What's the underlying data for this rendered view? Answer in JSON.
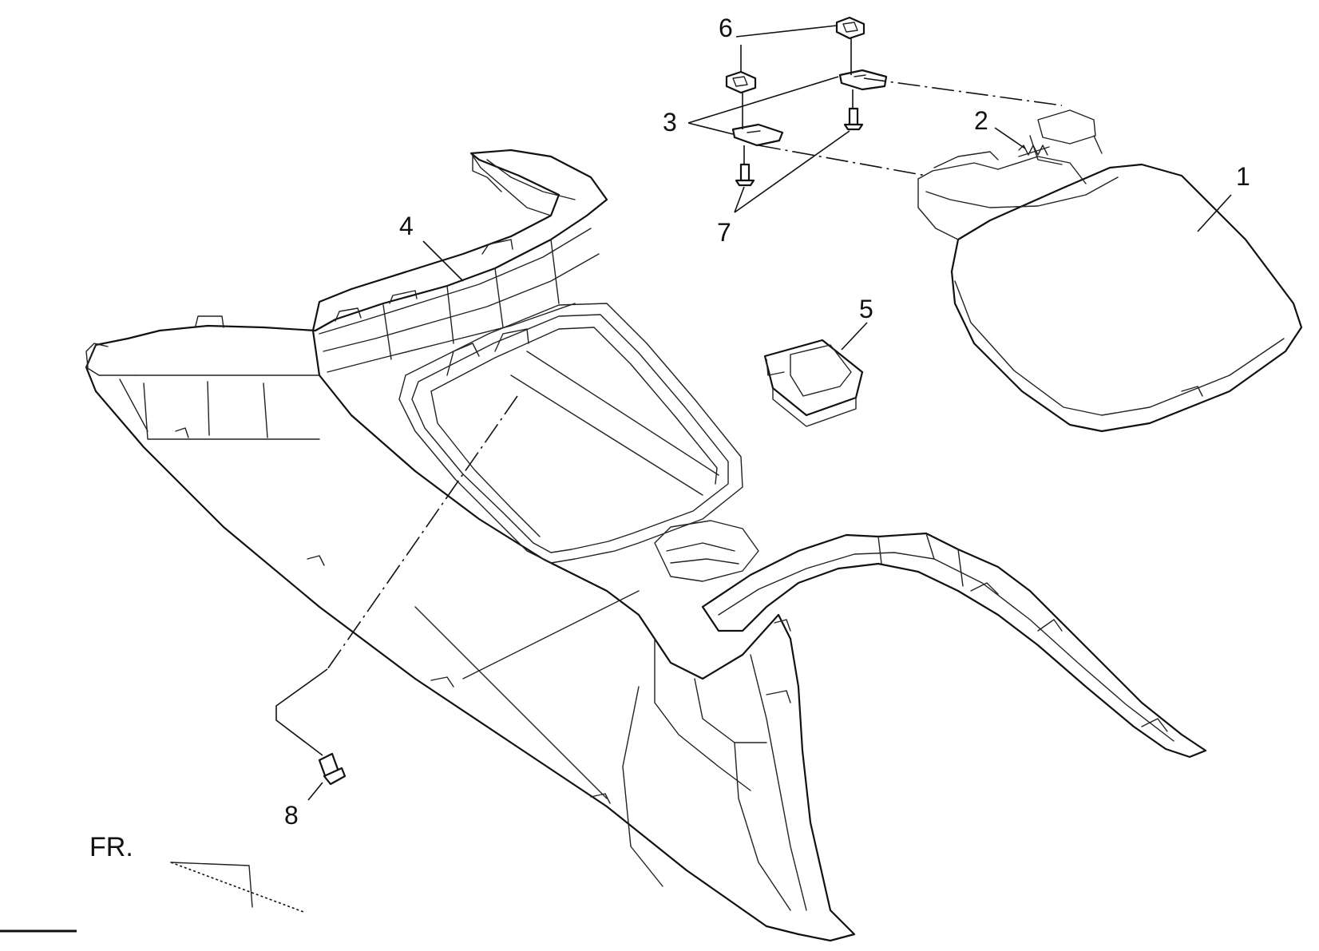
{
  "diagram": {
    "callouts": [
      {
        "id": "1",
        "label": "1"
      },
      {
        "id": "2",
        "label": "2"
      },
      {
        "id": "3",
        "label": "3"
      },
      {
        "id": "4",
        "label": "4"
      },
      {
        "id": "5",
        "label": "5"
      },
      {
        "id": "6",
        "label": "6"
      },
      {
        "id": "7",
        "label": "7"
      },
      {
        "id": "8",
        "label": "8"
      }
    ],
    "direction_label": "FR."
  },
  "colors": {
    "line": "#111111",
    "background": "#ffffff"
  }
}
